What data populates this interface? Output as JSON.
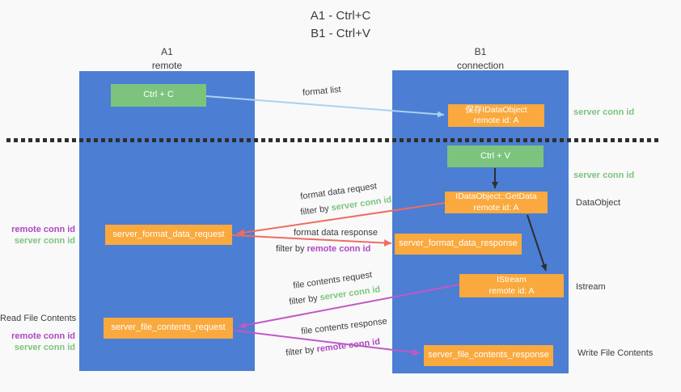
{
  "colors": {
    "bg": "#f9f9f9",
    "blue": "#4c7ed3",
    "green": "#7cc47e",
    "orange": "#f9a93d",
    "red": "#ee6c61",
    "magenta": "#c158c6",
    "purple_text": "#ae47c5",
    "lightblue": "#a9d2ef",
    "ink": "#2e2e2e",
    "text": "#3c3c3c"
  },
  "title": {
    "line1": "A1 - Ctrl+C",
    "line2": "B1 - Ctrl+V"
  },
  "lifelines": {
    "a1": {
      "name": "A1",
      "role": "remote"
    },
    "b1": {
      "name": "B1",
      "role": "connection"
    }
  },
  "nodes": {
    "ctrl_c": "Ctrl + C",
    "ctrl_v": "Ctrl + V",
    "save_dataobject": {
      "line1": "保存IDataObject",
      "line2": "remote id: A"
    },
    "getdata": {
      "line1": "IDataObject::GetData",
      "line2": "remote id: A"
    },
    "istream": {
      "line1": "IStream",
      "line2": "remote id: A"
    },
    "format_request": "server_format_data_request",
    "format_response": "server_format_data_response",
    "file_request": "server_file_contents_request",
    "file_response": "server_file_contents_response"
  },
  "edge_labels": {
    "format_list": "format list",
    "format_data_request": "format data request",
    "format_data_response": "format data response",
    "file_contents_request": "file contents request",
    "file_contents_response": "file contents response",
    "filter_by": "filter by",
    "server_conn_id": "server conn id",
    "remote_conn_id": "remote conn id"
  },
  "side_labels": {
    "server_conn_id": "server conn id",
    "remote_conn_id": "remote conn id",
    "dataobject": "DataObject",
    "istream": "Istream",
    "read_file_contents": "Read File Contents",
    "write_file_contents": "Write File Contents"
  }
}
